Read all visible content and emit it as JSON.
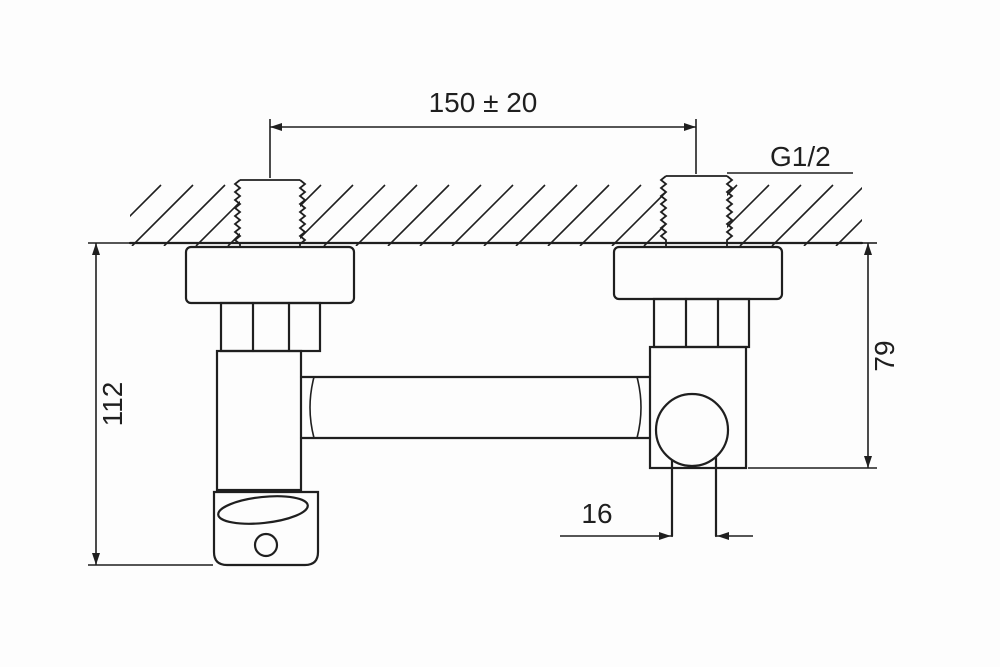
{
  "colors": {
    "line": "#1f1f1f",
    "background": "#fdfdfd"
  },
  "labels": {
    "mounting_distance": "150 ± 20",
    "thread_size": "G1/2",
    "height_overall": "112",
    "height_wall_to_body": "79",
    "outlet_pipe_width": "16"
  }
}
